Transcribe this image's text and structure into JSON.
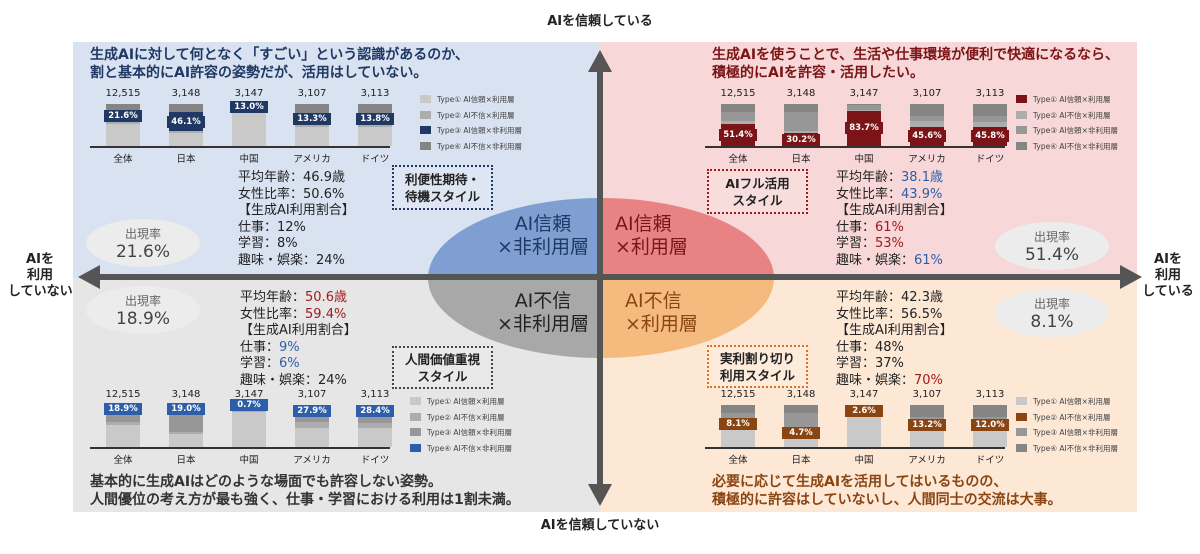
{
  "axes": {
    "top": "AIを信頼している",
    "bottom": "AIを信頼していない",
    "left": [
      "AIを",
      "利用",
      "していない"
    ],
    "right": [
      "AIを",
      "利用",
      "している"
    ]
  },
  "colors": {
    "tl_bg": "#d9e2f1",
    "tr_bg": "#f7d7d7",
    "bl_bg": "#e6e6e6",
    "br_bg": "#fde8d6",
    "tl_ell": "#7f9fd2",
    "tr_ell": "#e98383",
    "bl_ell": "#a8a8a8",
    "br_ell": "#f5ba7e",
    "type3_navy": "#1f3864",
    "type1_maroon": "#7b1416",
    "type4_blue": "#2e5eaa",
    "type2_brown": "#8b4513"
  },
  "bars": {
    "countries": [
      "全体",
      "日本",
      "中国",
      "アメリカ",
      "ドイツ"
    ],
    "counts": [
      "12,515",
      "3,148",
      "3,147",
      "3,107",
      "3,113"
    ],
    "legend": [
      "Type① AI信頼×利用層",
      "Type② AI不信×利用層",
      "Type③ AI信頼×非利用層",
      "Type④ AI不信×非利用層"
    ],
    "types": [
      {
        "values": [
          51.4,
          30.2,
          83.7,
          45.6,
          45.8
        ]
      },
      {
        "values": [
          8.1,
          4.7,
          2.6,
          13.2,
          12.0
        ]
      },
      {
        "values": [
          21.6,
          46.1,
          13.0,
          13.3,
          13.8
        ]
      },
      {
        "values": [
          18.9,
          19.0,
          0.7,
          27.9,
          28.4
        ]
      }
    ]
  },
  "quadrants": {
    "tl": {
      "headline": [
        "生成AIに対して何となく「すごい」という認識があるのか、",
        "割と基本的にAI許容の姿勢だが、活用はしていない。"
      ],
      "segment": [
        "AI信頼",
        "×非利用層"
      ],
      "style": [
        "利便性期待・",
        "待機スタイル"
      ],
      "rate_label": "出現率",
      "rate": "21.6%",
      "stats": {
        "age_label": "平均年齢：",
        "age": "46.9歳",
        "female_label": "女性比率：",
        "female": "50.6%",
        "usage_header": "【生成AI利用割合】",
        "work_label": "仕事：",
        "work": "12%",
        "study_label": "学習：",
        "study": "8%",
        "hobby_label": "趣味・娯楽：",
        "hobby": "24%"
      },
      "highlight": 2
    },
    "tr": {
      "headline": [
        "生成AIを使うことで、生活や仕事環境が便利で快適になるなら、",
        "積極的にAIを許容・活用したい。"
      ],
      "segment": [
        "AI信頼",
        "×利用層"
      ],
      "style": [
        "AIフル活用",
        "スタイル"
      ],
      "rate_label": "出現率",
      "rate": "51.4%",
      "stats": {
        "age_label": "平均年齢：",
        "age": "38.1歳",
        "female_label": "女性比率：",
        "female": "43.9%",
        "usage_header": "【生成AI利用割合】",
        "work_label": "仕事：",
        "work": "61%",
        "study_label": "学習：",
        "study": "53%",
        "hobby_label": "趣味・娯楽：",
        "hobby": "61%"
      },
      "highlight": 0
    },
    "bl": {
      "headline": [
        "基本的に生成AIはどのような場面でも許容しない姿勢。",
        "人間優位の考え方が最も強く、仕事・学習における利用は1割未満。"
      ],
      "segment": [
        "AI不信",
        "×非利用層"
      ],
      "style": [
        "人間価値重視",
        "スタイル"
      ],
      "rate_label": "出現率",
      "rate": "18.9%",
      "stats": {
        "age_label": "平均年齢：",
        "age": "50.6歳",
        "female_label": "女性比率：",
        "female": "59.4%",
        "usage_header": "【生成AI利用割合】",
        "work_label": "仕事：",
        "work": "9%",
        "study_label": "学習：",
        "study": "6%",
        "hobby_label": "趣味・娯楽：",
        "hobby": "24%"
      },
      "highlight": 3
    },
    "br": {
      "headline": [
        "必要に応じて生成AIを活用してはいるものの、",
        "積極的に許容はしていないし、人間同士の交流は大事。"
      ],
      "segment": [
        "AI不信",
        "×利用層"
      ],
      "style": [
        "実利割り切り",
        "利用スタイル"
      ],
      "rate_label": "出現率",
      "rate": "8.1%",
      "stats": {
        "age_label": "平均年齢：",
        "age": "42.3歳",
        "female_label": "女性比率：",
        "female": "56.5%",
        "usage_header": "【生成AI利用割合】",
        "work_label": "仕事：",
        "work": "48%",
        "study_label": "学習：",
        "study": "37%",
        "hobby_label": "趣味・娯楽：",
        "hobby": "70%"
      },
      "highlight": 1
    }
  }
}
